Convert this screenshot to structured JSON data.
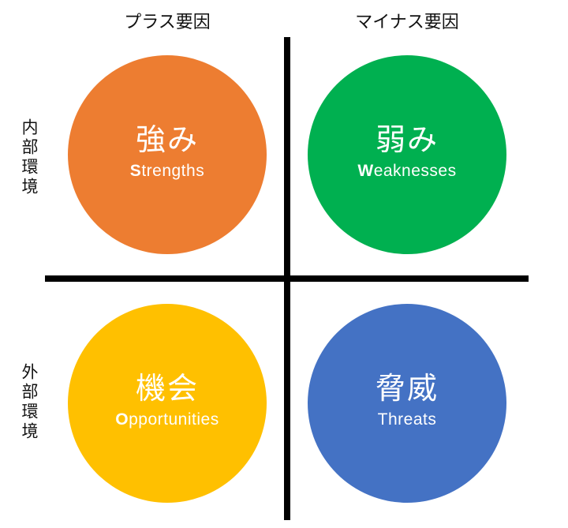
{
  "headers": {
    "positive": "プラス要因",
    "negative": "マイナス要因"
  },
  "row_labels": {
    "internal": "内部環境",
    "external": "外部環境"
  },
  "quadrants": [
    {
      "id": "strengths",
      "jp": "強み",
      "en_initial": "S",
      "en_rest": "trengths",
      "color": "#ED7D31"
    },
    {
      "id": "weaknesses",
      "jp": "弱み",
      "en_initial": "W",
      "en_rest": "eaknesses",
      "color": "#00B050"
    },
    {
      "id": "opportunities",
      "jp": "機会",
      "en_initial": "O",
      "en_rest": "pportunities",
      "color": "#FFC000"
    },
    {
      "id": "threats",
      "jp": "脅威",
      "en_initial": "T",
      "en_rest": "hreats",
      "color": "#4472C4"
    }
  ]
}
